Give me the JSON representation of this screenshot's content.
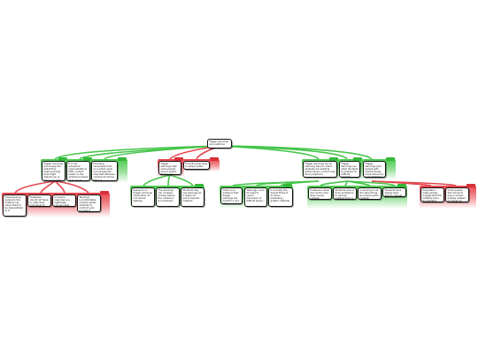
{
  "root": {
    "text": "Trigger warnings are unethical."
  },
  "nodes": {
    "p1": {
      "text": "Trigger warnings encourage the belief that hearing things that might disturb you is always harmful."
    },
    "p2": {
      "text": "It is not educators' responsibility to filter content based on the emotional needs of students."
    },
    "p3": {
      "text": "Providing censorship tools on a public level encourages the idea that offensive content should be filtered."
    },
    "c1": {
      "text": "Trigger warnings help some people avoid content that could retraumatize them."
    },
    "c2": {
      "text": "Providing warnings is simply polite."
    },
    "p4": {
      "text": "Trigger warnings are an alarming trend in which students are exerting extraordinary control over their professors."
    },
    "c3": {
      "text": "Trigger warnings can allow students to prepare for difficult content."
    },
    "c4": {
      "text": "Trigger warnings give people with mental illness more autonomy over what they engage with."
    },
    "a1": {
      "text": "Overexposing people to the material can cause them to be desensitized to it."
    },
    "a2": {
      "text": "Professors should not have to cater their curriculum to the needs of students."
    },
    "a3": {
      "text": "A trauma response is a legitimate concern that needs to be addressed."
    },
    "a4": {
      "text": "Teaching uncomfortable content allows students to confront and process it."
    },
    "b1": {
      "text": "Research on trigger warnings shows they do not reduce distress."
    },
    "b2": {
      "text": "The warnings can increase anxiety before the content is encountered."
    },
    "b3": {
      "text": "Students may use warnings as a reason to avoid required material."
    },
    "d1": {
      "text": "There is no evidence that trigger warnings are harmful in any way."
    },
    "d2": {
      "text": "Warnings could be used to censor discussion of difficult topics."
    },
    "d3": {
      "text": "It is simply the decent thing to do when presenting graphic material."
    },
    "e1": {
      "text": "Professors retain full control over their course content."
    },
    "e2": {
      "text": "Students cannot force professors to remove material from a course."
    },
    "e3": {
      "text": "A warning is not the same thing as removing the content."
    },
    "e4": {
      "text": "Students have always been able to request accommodations."
    },
    "f1": {
      "text": "Preparation helps people engage with the material more thoughtfully."
    },
    "f2": {
      "text": "Some people will choose to avoid content entirely instead of preparing."
    }
  }
}
